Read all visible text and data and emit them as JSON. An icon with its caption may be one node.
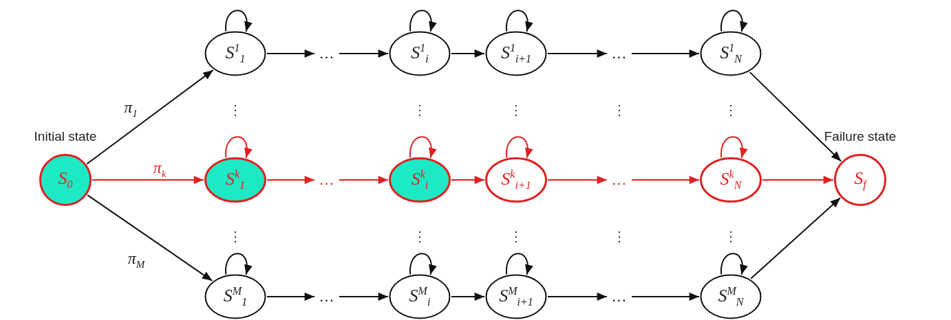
{
  "diagram": {
    "nodes": [
      {
        "text": [
          "S$_{0}$"
        ],
        "beside": [
          "Initial state"
        ]
      },
      {
        "text": [
          "S$^{1}$$_{1}$"
        ]
      },
      {
        "text": [
          "…"
        ]
      },
      {
        "text": [
          "S$^{1}$$_{i}$"
        ]
      },
      {
        "text": [
          "S$^{1}$$_{i+1}$"
        ]
      },
      {
        "text": [
          "…"
        ]
      },
      {
        "text": [
          "S$^{1}$$_{N}$"
        ]
      },
      {
        "text": [
          "S$^{k}$$_{1}$"
        ]
      },
      {
        "text": [
          "…"
        ]
      },
      {
        "text": [
          "S$^{k}$$_{i}$"
        ]
      },
      {
        "text": [
          "S$^{k}$$_{i+1}$"
        ]
      },
      {
        "text": [
          "…"
        ]
      },
      {
        "text": [
          "S$^{k}$$_{N}$"
        ]
      },
      {
        "text": [
          "S$^{M}$$_{1}$"
        ]
      },
      {
        "text": [
          "…"
        ]
      },
      {
        "text": [
          "S$^{M}$$_{i}$"
        ]
      },
      {
        "text": [
          "S$^{M}$$_{i+1}$"
        ]
      },
      {
        "text": [
          "…"
        ]
      },
      {
        "text": [
          "S$^{M}$$_{N}$"
        ]
      },
      {
        "text": [
          "S$_{f}$"
        ],
        "beside": [
          "Failure state"
        ]
      }
    ],
    "edges": [
      {
        "from": 0,
        "to": 1,
        "arrow": "to",
        "label": "π$_{1}$"
      },
      {
        "from": 0,
        "to": 7,
        "arrow": "to",
        "label": "π$_{k}$",
        "color": "#e02020"
      },
      {
        "from": 0,
        "to": 13,
        "arrow": "to",
        "label": "π$_{M}$"
      },
      {
        "from": 1,
        "to": 1,
        "arrow": "to"
      },
      {
        "from": 1,
        "to": 2,
        "arrow": "to"
      },
      {
        "from": 2,
        "to": 3,
        "arrow": "to"
      },
      {
        "from": 3,
        "to": 3,
        "arrow": "to"
      },
      {
        "from": 3,
        "to": 4,
        "arrow": "to"
      },
      {
        "from": 4,
        "to": 4,
        "arrow": "to"
      },
      {
        "from": 4,
        "to": 5,
        "arrow": "to"
      },
      {
        "from": 5,
        "to": 6,
        "arrow": "to"
      },
      {
        "from": 6,
        "to": 6,
        "arrow": "to"
      },
      {
        "from": 7,
        "to": 7,
        "arrow": "to",
        "color": "#e02020"
      },
      {
        "from": 7,
        "to": 8,
        "arrow": "to",
        "color": "#e02020"
      },
      {
        "from": 8,
        "to": 9,
        "arrow": "to",
        "color": "#e02020"
      },
      {
        "from": 9,
        "to": 9,
        "arrow": "to",
        "color": "#e02020"
      },
      {
        "from": 9,
        "to": 10,
        "arrow": "to",
        "color": "#e02020"
      },
      {
        "from": 10,
        "to": 10,
        "arrow": "to",
        "color": "#e02020"
      },
      {
        "from": 10,
        "to": 11,
        "arrow": "to",
        "color": "#e02020"
      },
      {
        "from": 11,
        "to": 12,
        "arrow": "to",
        "color": "#e02020"
      },
      {
        "from": 12,
        "to": 12,
        "arrow": "to",
        "color": "#e02020"
      },
      {
        "from": 13,
        "to": 13,
        "arrow": "to"
      },
      {
        "from": 13,
        "to": 14,
        "arrow": "to"
      },
      {
        "from": 14,
        "to": 15,
        "arrow": "to"
      },
      {
        "from": 15,
        "to": 15,
        "arrow": "to"
      },
      {
        "from": 15,
        "to": 16,
        "arrow": "to"
      },
      {
        "from": 16,
        "to": 16,
        "arrow": "to"
      },
      {
        "from": 16,
        "to": 17,
        "arrow": "to"
      },
      {
        "from": 17,
        "to": 18,
        "arrow": "to"
      },
      {
        "from": 18,
        "to": 18,
        "arrow": "to"
      },
      {
        "from": 6,
        "to": 19,
        "arrow": "to"
      },
      {
        "from": 12,
        "to": 19,
        "arrow": "to",
        "color": "#e02020"
      },
      {
        "from": 18,
        "to": 19,
        "arrow": "to"
      }
    ],
    "labels": [
      "⋮",
      "⋮",
      "⋮",
      "⋮",
      "⋮",
      "⋮",
      "⋮",
      "⋮",
      "⋮",
      "⋮"
    ]
  }
}
